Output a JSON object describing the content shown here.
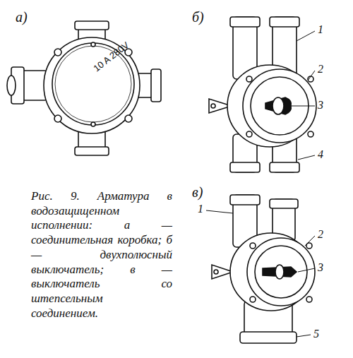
{
  "diagram": {
    "caption": "Рис. 9. Арматура в водозащищенном исполнении: а — соединительная коробка; б — двухполюсный выключатель; в — выключатель со штепсельным соединением.",
    "labels": [
      "а)",
      "10 A 280V",
      "б)",
      "1",
      "2",
      "3",
      "4",
      "в)",
      "1",
      "2",
      "3",
      "5"
    ]
  }
}
